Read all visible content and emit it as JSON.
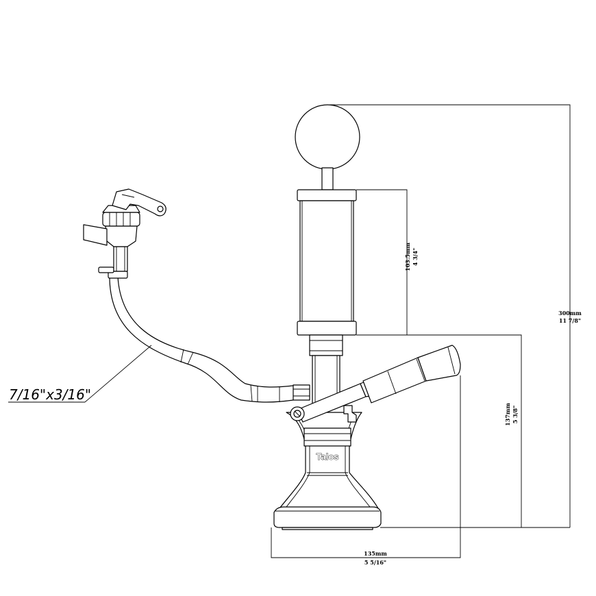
{
  "drawing": {
    "brand_label": "Talos",
    "hose_label": "7/16\"x3/16\"",
    "dimensions": {
      "total_height": {
        "metric": "300mm",
        "imperial": "11 7/8\""
      },
      "cylinder_height": {
        "metric": "103.5mm",
        "imperial": "4 3/4\""
      },
      "coupler_height": {
        "metric": "137mm",
        "imperial": "5 3/8\""
      },
      "base_width": {
        "metric": "135mm",
        "imperial": "5 5/16\""
      }
    }
  }
}
